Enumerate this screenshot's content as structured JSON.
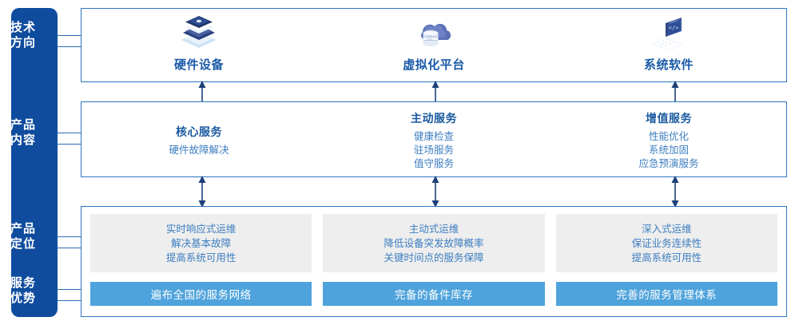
{
  "sidebar": {
    "items": [
      {
        "name": "tech-direction",
        "lines": [
          "技术",
          "方向"
        ]
      },
      {
        "name": "product-content",
        "lines": [
          "产品",
          "内容"
        ]
      },
      {
        "name": "product-positioning",
        "lines": [
          "产品",
          "定位"
        ]
      },
      {
        "name": "service-advantage",
        "lines": [
          "服务",
          "优势"
        ]
      }
    ]
  },
  "tech_row": {
    "cells": [
      {
        "icon": "server-stack-icon",
        "label": "硬件设备"
      },
      {
        "icon": "cloud-database-icon",
        "label": "虚拟化平台"
      },
      {
        "icon": "laptop-code-icon",
        "label": "系统软件"
      }
    ]
  },
  "content_row": {
    "cells": [
      {
        "title": "核心服务",
        "subs": [
          "硬件故障解决"
        ]
      },
      {
        "title": "主动服务",
        "subs": [
          "健康检查",
          "驻场服务",
          "值守服务"
        ]
      },
      {
        "title": "增值服务",
        "subs": [
          "性能优化",
          "系统加固",
          "应急预演服务"
        ]
      }
    ]
  },
  "positioning_row": {
    "cards": [
      {
        "lines": [
          "实时响应式运维",
          "解决基本故障",
          "提高系统可用性"
        ]
      },
      {
        "lines": [
          "主动式运维",
          "降低设备突发故障概率",
          "关键时间点的服务保障"
        ]
      },
      {
        "lines": [
          "深入式运维",
          "保证业务连续性",
          "提高系统可用性"
        ]
      }
    ]
  },
  "advantage_row": {
    "bars": [
      {
        "label": "遍布全国的服务网络"
      },
      {
        "label": "完备的备件库存"
      },
      {
        "label": "完善的服务管理体系"
      }
    ]
  },
  "colors": {
    "sidebar_bg": "#0f4c9e",
    "box_border": "#2e77bf",
    "title_blue": "#19599f",
    "text_blue": "#3d7ec0",
    "grey_card": "#eeeeee",
    "bar_blue": "#4fa3dc",
    "arrow_navy": "#1f3f78"
  }
}
